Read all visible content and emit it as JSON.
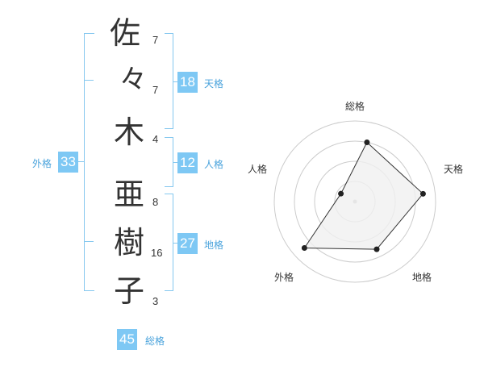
{
  "name_chars": [
    {
      "char": "佐",
      "strokes": "7"
    },
    {
      "char": "々",
      "strokes": "7"
    },
    {
      "char": "木",
      "strokes": "4"
    },
    {
      "char": "亜",
      "strokes": "8"
    },
    {
      "char": "樹",
      "strokes": "16"
    },
    {
      "char": "子",
      "strokes": "3"
    }
  ],
  "fortunes": {
    "tenkaku": {
      "label": "天格",
      "value": "18"
    },
    "jinkaku": {
      "label": "人格",
      "value": "12"
    },
    "chikaku": {
      "label": "地格",
      "value": "27"
    },
    "gaikaku": {
      "label": "外格",
      "value": "33"
    },
    "soukaku": {
      "label": "総格",
      "value": "45"
    }
  },
  "chart_data": {
    "type": "radar",
    "axes": [
      "総格",
      "天格",
      "地格",
      "外格",
      "人格"
    ],
    "values": [
      0.75,
      0.85,
      0.65,
      0.85,
      0.2
    ],
    "range": [
      0,
      1
    ],
    "rings": 4,
    "colors": {
      "fill": "#f0f0f0",
      "stroke": "#333333",
      "grid": "#cccccc"
    }
  }
}
